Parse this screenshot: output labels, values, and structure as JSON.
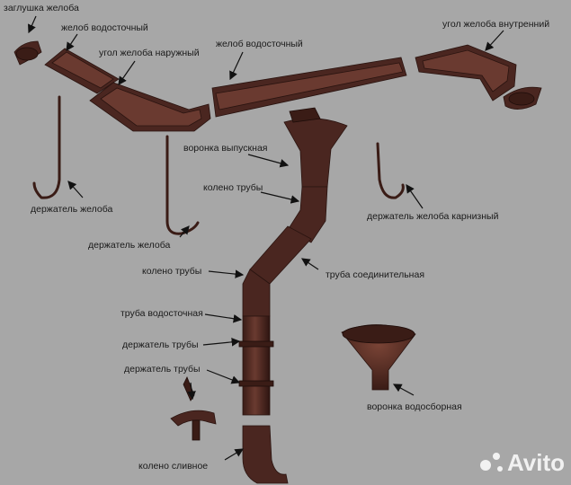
{
  "labels": {
    "zaglushka": "заглушка желоба",
    "zhelob1": "желоб водосточный",
    "ugol_naruzh": "угол желоба наружный",
    "zhelob2": "желоб водосточный",
    "ugol_vnutr": "угол желоба внутренний",
    "voronka_vyp": "воронка выпускная",
    "koleno1": "колено трубы",
    "derzh_zhel1": "держатель желоба",
    "derzh_zhel2": "держатель желоба",
    "derzh_karn": "держатель желоба карнизный",
    "koleno2": "колено трубы",
    "truba_soed": "труба соединительная",
    "truba_vod": "труба водосточная",
    "derzh_truby1": "держатель трубы",
    "derzh_truby2": "держатель трубы",
    "voronka_sbor": "воронка водосборная",
    "koleno_sliv": "колено сливное"
  },
  "watermark": "Avito",
  "colors": {
    "metal": "#4a2620",
    "background": "#a7a7a7"
  }
}
